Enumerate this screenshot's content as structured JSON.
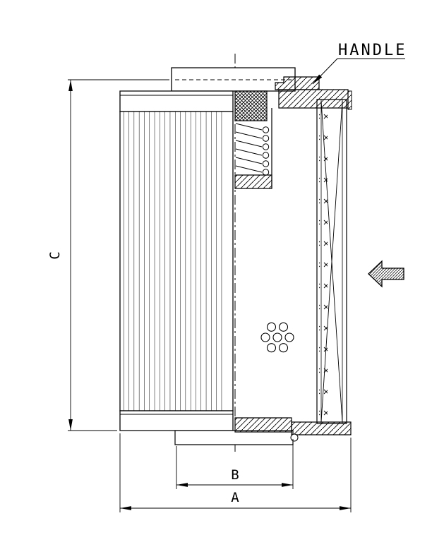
{
  "labels": {
    "handle_callout": "HANDLE",
    "dimension_height": "C",
    "dimension_inner_width": "B",
    "dimension_outer_width": "A"
  },
  "colors": {
    "line": "#000000",
    "background": "#ffffff",
    "arrow_fill_hatch": "#444444"
  },
  "icons": {
    "flow_arrow": "left-pointing-block-arrow"
  }
}
